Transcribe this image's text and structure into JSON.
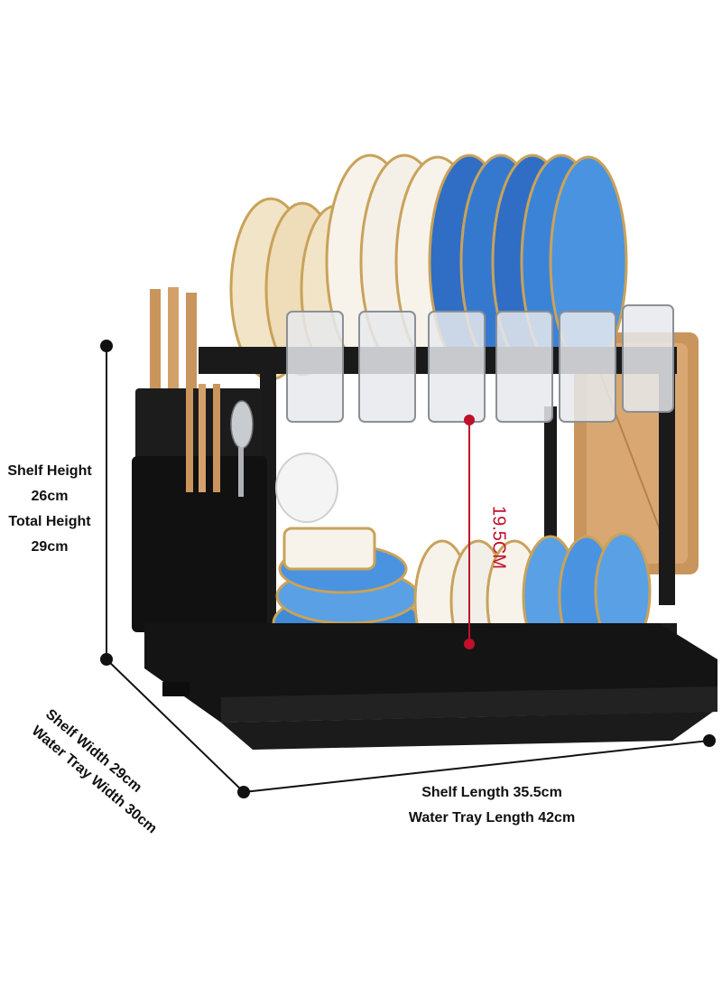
{
  "dimensions": {
    "height": {
      "line1": "Shelf Height",
      "line2": "26cm",
      "line3": "Total Height",
      "line4": "29cm"
    },
    "width": {
      "line1": "Shelf Width 29cm",
      "line2": "Water Tray Width 30cm"
    },
    "length": {
      "line1": "Shelf Length 35.5cm",
      "line2": "Water Tray Length 42cm"
    },
    "inner_gap": "19.5CM"
  },
  "colors": {
    "rack": "#1a1a1a",
    "blue_plate": "#3f7fd0",
    "cream_plate": "#f2e4c6",
    "gold_rim": "#c9a25a",
    "wood_board": "#c9955c",
    "measure_line": "#c0102a"
  }
}
